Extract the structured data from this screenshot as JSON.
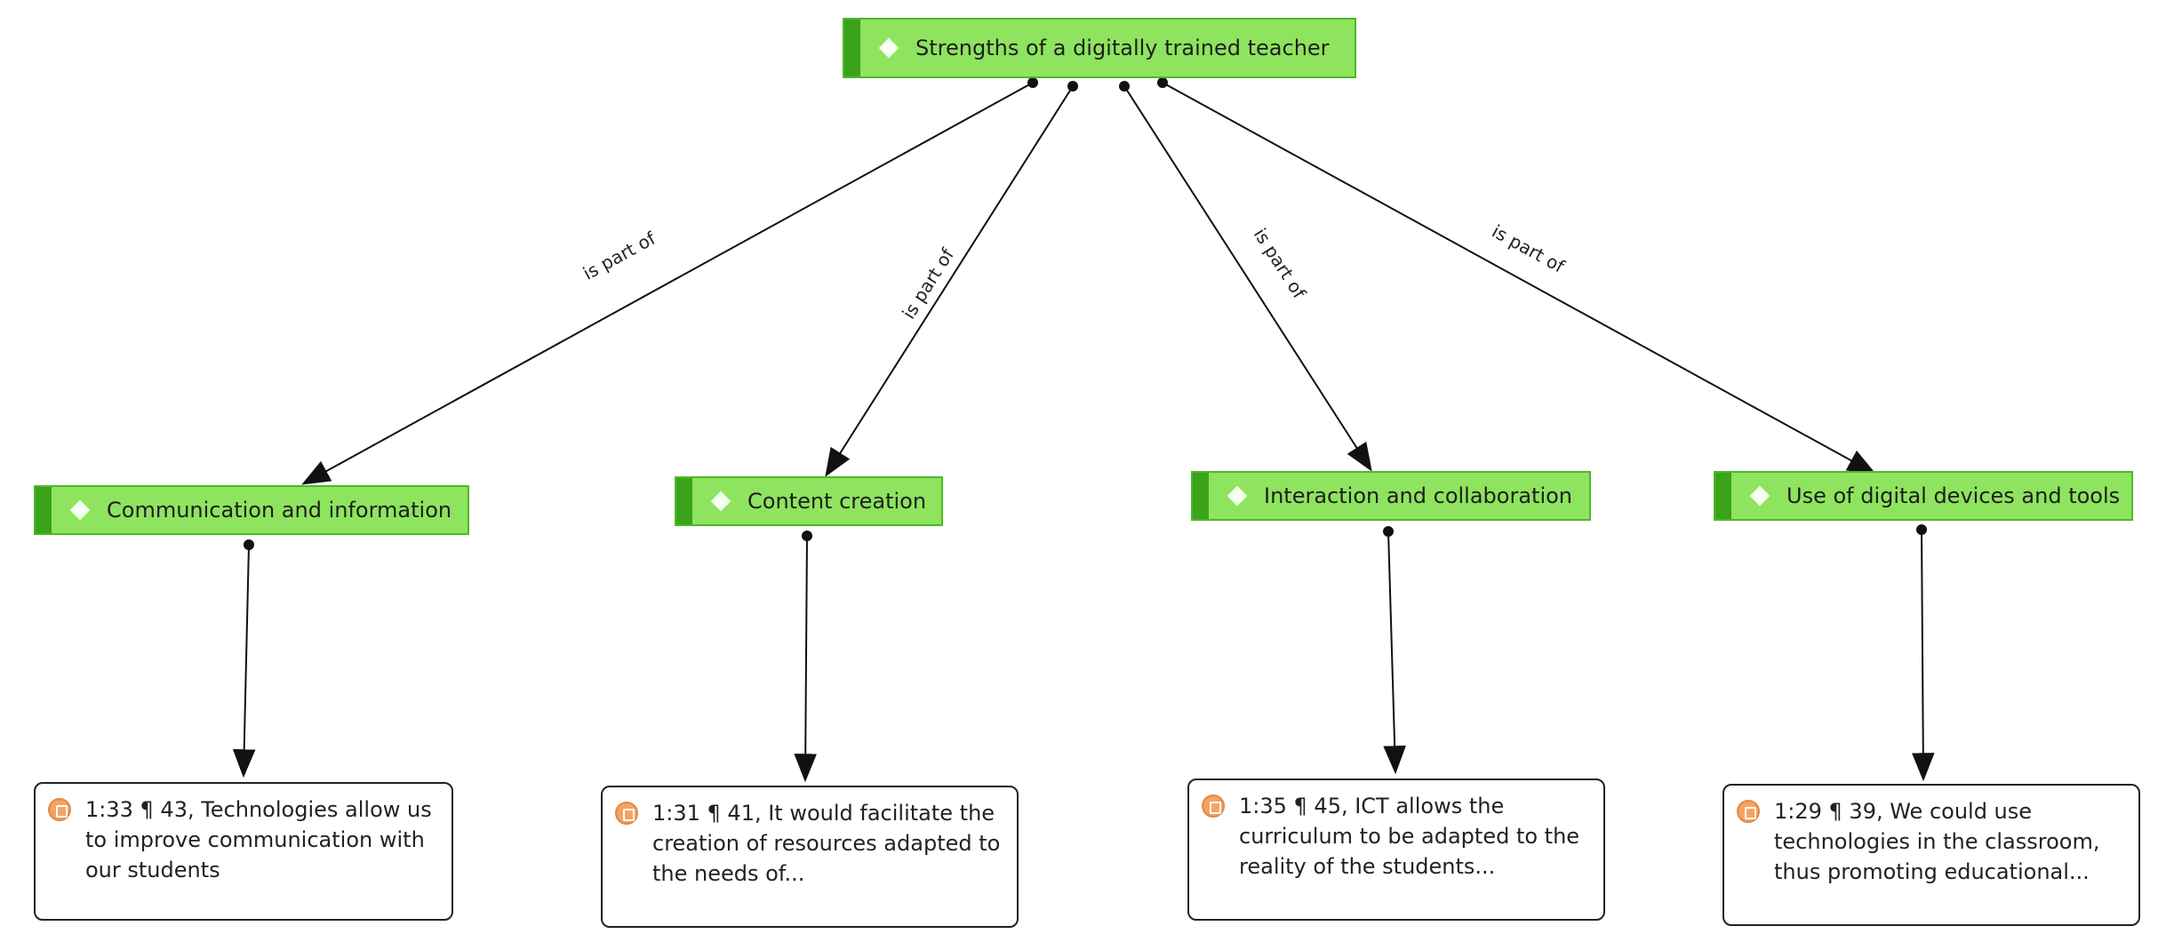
{
  "root": {
    "label": "Strengths of a digitally trained teacher"
  },
  "relation_label": "is part of",
  "codes": [
    {
      "label": "Communication and information"
    },
    {
      "label": "Content creation"
    },
    {
      "label": "Interaction and collaboration"
    },
    {
      "label": "Use of digital devices and tools"
    }
  ],
  "quotes": [
    {
      "text": "1:33 ¶ 43, Technologies allow us to improve communication with our students"
    },
    {
      "text": "1:31 ¶ 41, It would facilitate the creation of resources adapted to the needs of..."
    },
    {
      "text": "1:35 ¶ 45, ICT allows the curriculum to be adapted to the reality of the students..."
    },
    {
      "text": "1:29 ¶ 39, We could use technologies in the classroom, thus promoting educational..."
    }
  ],
  "colors": {
    "code_fill": "#8ee45f",
    "code_border": "#4fb82a",
    "code_stripe": "#3aa31a",
    "quote_icon": "#f2a463",
    "link": "#111111"
  }
}
